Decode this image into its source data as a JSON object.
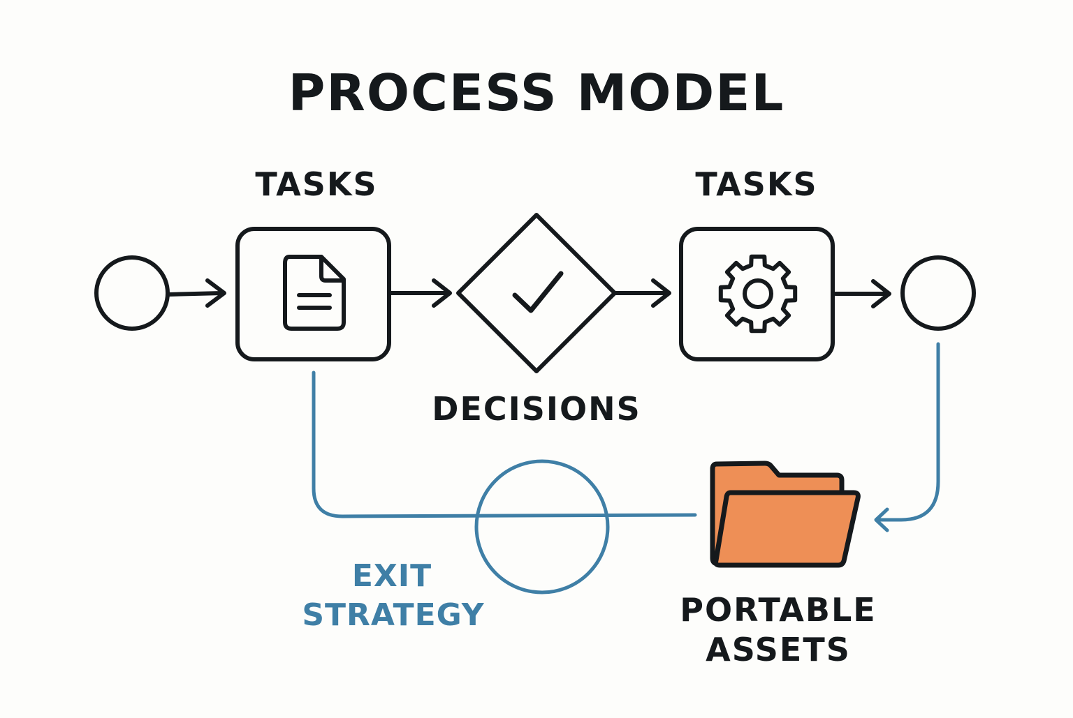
{
  "title": "PROCESS MODEL",
  "labels": {
    "task1": "TASKS",
    "task2": "TASKS",
    "decision": "DECISIONS",
    "exit_line1": "EXIT",
    "exit_line2": "STRATEGY",
    "assets_line1": "PORTABLE",
    "assets_line2": "ASSETS"
  },
  "icons": {
    "task1": "document-icon",
    "decision": "checkmark-icon",
    "task2": "gear-icon",
    "assets": "folder-icon"
  },
  "colors": {
    "ink": "#15191c",
    "exit_blue": "#3f7fa6",
    "folder_orange": "#ee8f56",
    "background": "#fdfdfb"
  }
}
